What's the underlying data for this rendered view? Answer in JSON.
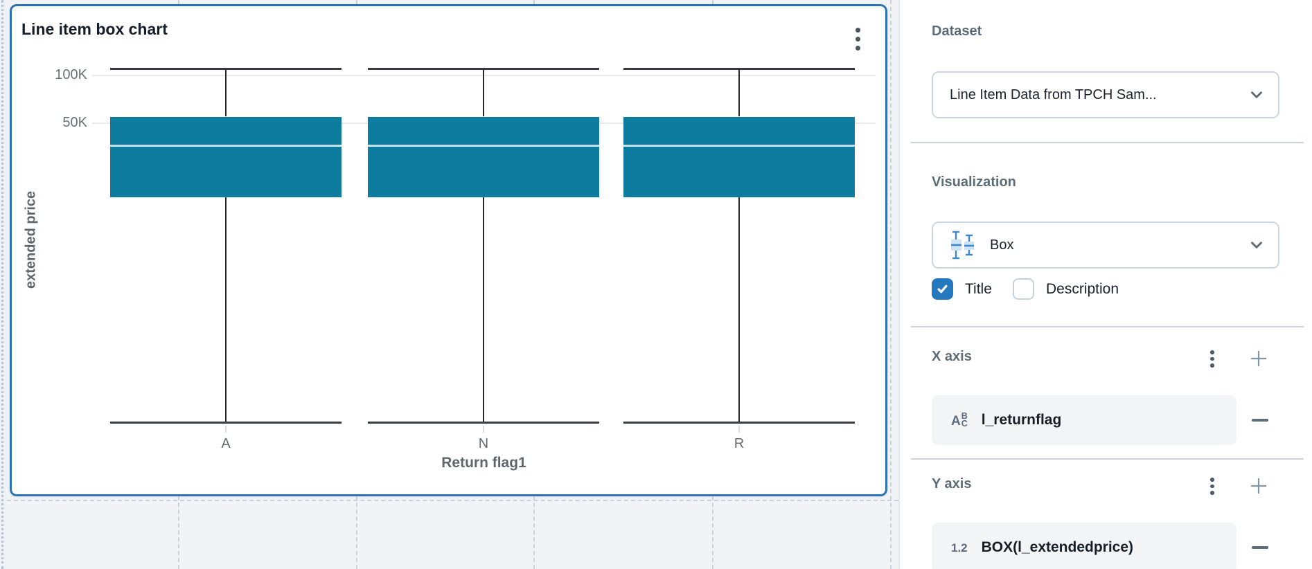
{
  "card": {
    "title": "Line item box chart"
  },
  "chart_data": {
    "type": "box",
    "title": "Line item box chart",
    "xlabel": "Return flag1",
    "ylabel": "extended price",
    "categories": [
      "A",
      "N",
      "R"
    ],
    "y_scale": "log",
    "grid": true,
    "legend": false,
    "y_ticks": [
      {
        "label": "100K",
        "value": 100000
      },
      {
        "label": "50K",
        "value": 50000
      }
    ],
    "series": [
      {
        "name": "BOX(l_extendedprice)",
        "boxes": [
          {
            "category": "A",
            "min": 650,
            "q1": 17000,
            "median": 36000,
            "q3": 55000,
            "max": 110000
          },
          {
            "category": "N",
            "min": 650,
            "q1": 17000,
            "median": 36000,
            "q3": 55000,
            "max": 110000
          },
          {
            "category": "R",
            "min": 650,
            "q1": 17000,
            "median": 36000,
            "q3": 55000,
            "max": 110000
          }
        ]
      }
    ]
  },
  "sidebar": {
    "dataset": {
      "heading": "Dataset",
      "selected": "Line Item Data from TPCH Sam..."
    },
    "visualization": {
      "heading": "Visualization",
      "selected": "Box",
      "title_toggle": {
        "label": "Title",
        "checked": true
      },
      "description_toggle": {
        "label": "Description",
        "checked": false
      }
    },
    "x_axis": {
      "heading": "X axis",
      "fields": [
        {
          "type": "text",
          "type_icon": "ABC",
          "name": "l_returnflag"
        }
      ]
    },
    "y_axis": {
      "heading": "Y axis",
      "fields": [
        {
          "type": "number",
          "type_icon": "1.2",
          "name": "BOX(l_extendedprice)"
        }
      ]
    }
  },
  "colors": {
    "accent_blue": "#2c72b4",
    "box_fill": "#0e7c9e",
    "checkbox_blue": "#2478be"
  }
}
